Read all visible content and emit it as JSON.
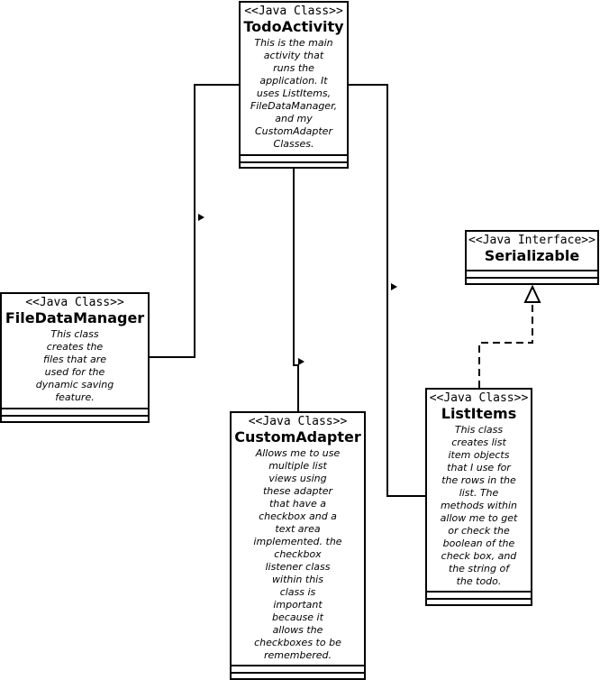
{
  "classes": {
    "todo": {
      "stereotype": "<<Java Class>>",
      "name": "TodoActivity",
      "description": "This is the main\nactivity that\nruns the\napplication. It\nuses ListItems,\nFileDataManager,\nand my\nCustomAdapter\nClasses."
    },
    "fdm": {
      "stereotype": "<<Java Class>>",
      "name": "FileDataManager",
      "description": "This class\ncreates the\nfiles that are\nused for the\ndynamic saving\nfeature."
    },
    "adapter": {
      "stereotype": "<<Java Class>>",
      "name": "CustomAdapter",
      "description": "Allows me to use\nmultiple list\nviews using\nthese adapter\nthat have a\ncheckbox and a\ntext area\nimplemented. the\ncheckbox\nlistener class\nwithin this\nclass is\nimportant\nbecause it\nallows the\ncheckboxes to be\nremembered."
    },
    "items": {
      "stereotype": "<<Java Class>>",
      "name": "ListItems",
      "description": "This class\ncreates list\nitem objects\nthat I use for\nthe rows in the\nlist. The\nmethods within\nallow me to get\nor check the\nboolean of the\ncheck box, and\nthe string of\nthe todo."
    },
    "serializable": {
      "stereotype": "<<Java Interface>>",
      "name": "Serializable",
      "description": ""
    }
  }
}
